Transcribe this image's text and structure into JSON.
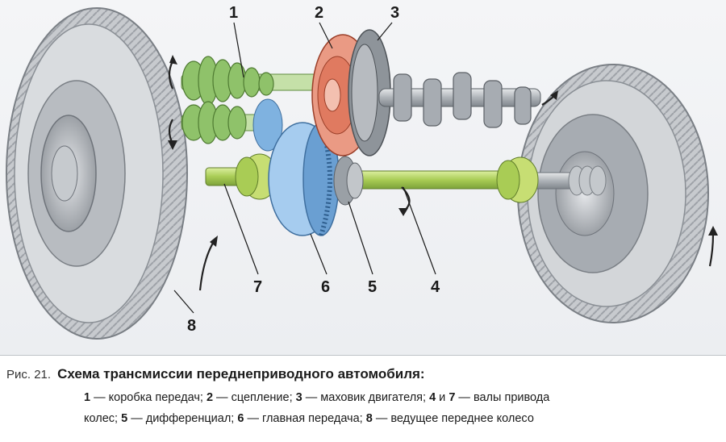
{
  "labels": {
    "n1": "1",
    "n2": "2",
    "n3": "3",
    "n4": "4",
    "n5": "5",
    "n6": "6",
    "n7": "7",
    "n8": "8"
  },
  "caption": {
    "figure_no": "Рис. 21.",
    "title": "Схема трансмиссии переднеприводного автомобиля:",
    "legend": [
      {
        "key": "1",
        "text": " — коробка передач; "
      },
      {
        "key": "2",
        "text": " — сцепление; "
      },
      {
        "key": "3",
        "text": " — маховик двигателя; "
      },
      {
        "key": "4",
        "text": " и "
      },
      {
        "key": "7",
        "text": " — валы привода"
      },
      {
        "text": "колес; "
      },
      {
        "key": "5",
        "text": " — дифференциал; "
      },
      {
        "key": "6",
        "text": " — главная передача; "
      },
      {
        "key": "8",
        "text": " — ведущее переднее колесо"
      }
    ]
  },
  "colors": {
    "gearbox_green": "#8fc26a",
    "clutch_red": "#e07a60",
    "final_drive_blue": "#7fb2e0",
    "shaft_green": "#b8d870",
    "tire_grey": "#c9ccd0",
    "crank_grey": "#9aa0a6"
  }
}
